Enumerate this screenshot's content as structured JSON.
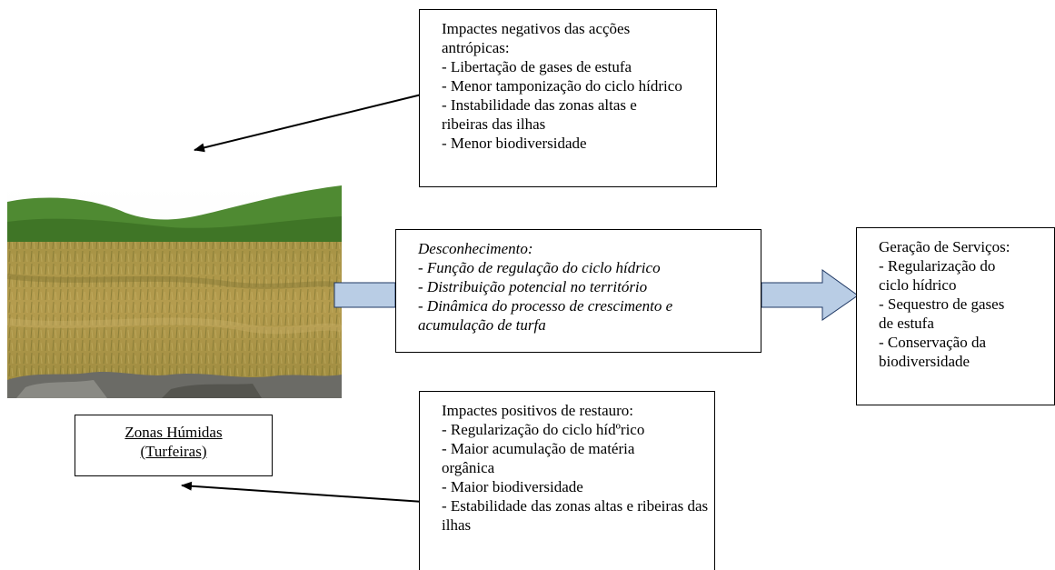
{
  "negative_box": {
    "title": "Impactes negativos das acções antrópicas:",
    "items": [
      "- Libertação de gases de estufa",
      "- Menor tamponização do ciclo hídrico",
      "- Instabilidade das zonas altas e ribeiras das ilhas",
      "- Menor biodiversidade"
    ]
  },
  "unknown_box": {
    "title": "Desconhecimento:",
    "items": [
      "- Função de regulação do ciclo hídrico",
      "- Distribuição potencial no território",
      "- Dinâmica do processo de crescimento e acumulação de turfa"
    ]
  },
  "services_box": {
    "title": "Geração de Serviços:",
    "items": [
      "- Regularização do ciclo hídrico",
      "- Sequestro de gases de estufa",
      "- Conservação da biodiversidade"
    ]
  },
  "positive_box": {
    "title": "Impactes positivos de restauro:",
    "items": [
      "- Regularização do ciclo hídºrico",
      "- Maior acumulação de matéria orgânica",
      "- Maior biodiversidade",
      "- Estabilidade das zonas altas e ribeiras das ilhas"
    ]
  },
  "caption": {
    "line1": "Zonas Húmidas",
    "line2": "(Turfeiras)"
  },
  "colors": {
    "arrow_fill": "#b9cde5",
    "arrow_stroke": "#1f3864",
    "box_border": "#000000"
  }
}
